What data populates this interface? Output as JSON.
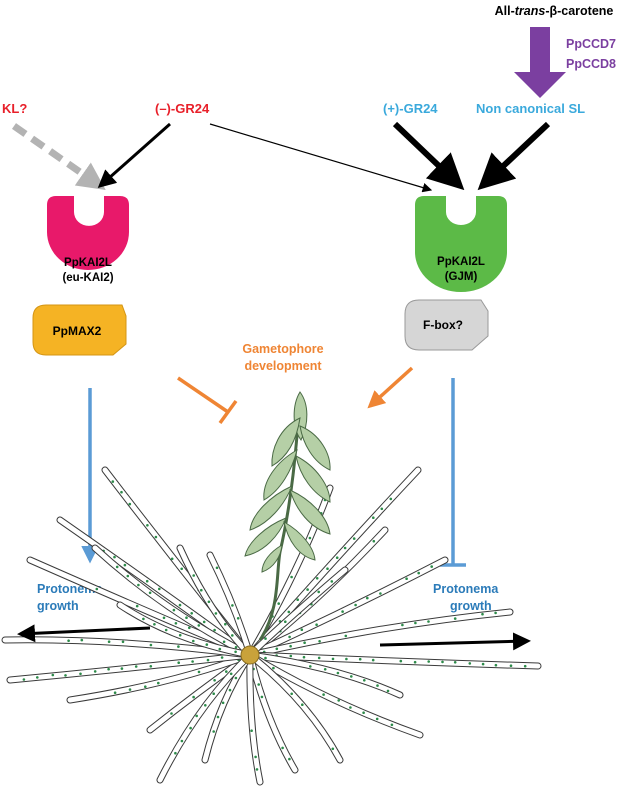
{
  "labels": {
    "carotene_pre": "All-",
    "carotene_trans": "trans",
    "carotene_post": "-β-carotene",
    "ccd7": "PpCCD7",
    "ccd8": "PpCCD8",
    "kl": "KL?",
    "gr24_minus": "(–)-GR24",
    "gr24_plus": "(+)-GR24",
    "noncanonical_sl": "Non canonical SL",
    "eu_receptor_line1": "PpKAI2L",
    "eu_receptor_line2": "(eu-KAI2)",
    "gjm_receptor_line1": "PpKAI2L",
    "gjm_receptor_line2": "(GJM)",
    "max2": "PpMAX2",
    "fbox": "F-box?",
    "gametophore_line1": "Gametophore",
    "gametophore_line2": "development",
    "protonema_left_line1": "Protonema",
    "protonema_left_line2": "growth",
    "protonema_right_line1": "Protonema",
    "protonema_right_line2": "growth"
  },
  "colors": {
    "black": "#000000",
    "red_label": "#e8202a",
    "cyan_label": "#3aa9dc",
    "purple": "#7b3fa0",
    "eu_receptor": "#e8196a",
    "gjm_receptor": "#5cba47",
    "max2": "#f5b324",
    "fbox": "#d6d6d6",
    "orange": "#ef8534",
    "blue_line": "#5b9bd5",
    "blue_label": "#2b7bb9",
    "grey_arrow": "#b3b3b3",
    "leaf": "#b5cfa6",
    "leaf_edge": "#4a6a45",
    "dot": "#2d8b4a",
    "center": "#c9a23b"
  }
}
